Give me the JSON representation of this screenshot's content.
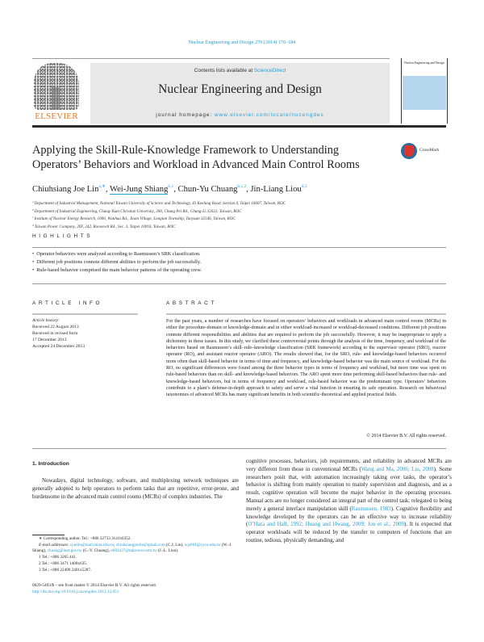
{
  "header": {
    "running_head": "Nuclear Engineering and Design 270 (2014) 176–184",
    "contents_prefix": "Contents lists available at ",
    "contents_link": "ScienceDirect",
    "journal_title": "Nuclear Engineering and Design",
    "homepage_prefix": "journal homepage: ",
    "homepage_url": "www.elsevier.com/locate/nucengdes",
    "publisher_logo_text": "ELSEVIER",
    "cover_title": "Nuclear Engineering and Design"
  },
  "crossmark": {
    "label": "CrossMark"
  },
  "article": {
    "title_line1": "Applying the Skill-Rule-Knowledge Framework to Understanding",
    "title_line2": "Operators’ Behaviors and Workload in Advanced Main Control Rooms",
    "authors": [
      {
        "name": "Chiuhsiang Joe Lin",
        "sup": "a,∗"
      },
      {
        "name": "Wei-Jung Shiang",
        "sup": "b,1"
      },
      {
        "name": "Chun-Yu Chuang",
        "sup": "b,c,2"
      },
      {
        "name": "Jin-Liang Liou",
        "sup": "d,3"
      }
    ],
    "affiliations": [
      {
        "mark": "a",
        "text": "Department of Industrial Management, National Taiwan University of Science and Technology, 43 Keelung Road, Section 4, Taipei 10607, Taiwan, ROC"
      },
      {
        "mark": "b",
        "text": "Department of Industrial Engineering, Chung-Yuan Christian University, 200, Chung Pei Rd., Chung-Li 32023, Taiwan, ROC"
      },
      {
        "mark": "c",
        "text": "Institute of Nuclear Energy Research, 1000, Wunhua Rd., Jiaan Village, Longtan Township, Taoyuan 32546, Taiwan, ROC"
      },
      {
        "mark": "d",
        "text": "Taiwan Power Company, 20F, 242, Roosevelt Rd., Sec. 3, Taipei 10016, Taiwan, ROC"
      }
    ]
  },
  "highlights": {
    "label": "HIGHLIGHTS",
    "items": [
      "Operator behaviors were analyzed according to Rasmussen’s SRK classification.",
      "Different job positions connote different abilities to perform the job successfully.",
      "Rule-based behavior comprised the main behavior patterns of the operating crew."
    ]
  },
  "article_info": {
    "label": "ARTICLE INFO",
    "history_label": "Article history:",
    "history": [
      "Received 22 August 2013",
      "Received in revised form",
      "17 December 2013",
      "Accepted 24 December 2013"
    ]
  },
  "abstract": {
    "label": "ABSTRACT",
    "text": "For the past years, a number of researches have focused on operators’ behaviors and workloads in advanced main control rooms (MCRs) in either the procedure-domain or knowledge-domain and in either workload-increased or workload-decreased conditions. Different job positions connote different responsibilities and abilities that are required to perform the job successfully. However, it may be inappropriate to apply a dichotomy in these issues. In this study, we clarified these controversial points through the analysis of the time, frequency, and workload of the behaviors based on Rasmussen’s skill–rule–knowledge classification (SRK framework) according to the supervisor operator (SRO), reactor operator (RO), and assistant reactor operator (ARO). The results showed that, for the SRO, rule- and knowledge-based behaviors occurred more often than skill-based behavior in terms of time and frequency, and knowledge-based behavior was the main source of workload. For the RO, no significant differences were found among the three behavior types in terms of frequency and workload, but more time was spent on rule-based behaviors than on skill- and knowledge-based behaviors. The ARO spent more time performing skill-based behaviors than rule- and knowledge-based behaviors, but in terms of frequency and workload, rule-based behavior was the predominant type. Operators’ behaviors contribute to a plant’s defense-in-depth approach to safety and serve a vital function in ensuring its safe operation. Research on behavioral taxonomies of advanced MCRs has many significant benefits in both scientific-theoretical and applied practical fields.",
    "copyright": "© 2014 Elsevier B.V. All rights reserved."
  },
  "intro": {
    "heading": "1.  Introduction",
    "left_paragraph": "Nowadays, digital technology, software, and multiplexing network techniques are generally adopted to help operators to perform tasks that are repetitive, error-prone, and burdensome in the advanced main control rooms (MCRs) of complex industries. The",
    "right": {
      "t1": "cognitive processes, behaviors, job requirements, and reliability in advanced MCRs are very different from those in conventional MCRs (",
      "c1": "Wang and Ma, 2006; Liu, 2008",
      "t2": "). Some researchers posit that, with automation increasingly taking over tasks, the operator’s behavior is shifting from mainly operation to mainly supervision and diagnosis, and as a result, cognitive operation will become the major behavior in the operating processes. Manual acts are no longer considered an integral part of the control task, relegated to being merely a general interface manipulation skill (",
      "c2": "Rasmussen, 1983",
      "t3": "). Cognitive flexibility and knowledge developed by the operators can be an effective way to increase reliability (",
      "c3": "O’Hara and Hall, 1992; Huang and Hwang, 2009; Jou et al., 2009",
      "t4": "). It is expected that operator workloads will be reduced by the transfer to computers of functions that are routine, tedious, physically demanding, and"
    }
  },
  "footnotes": {
    "corresponding": "∗  Corresponding author. Tel.: +886 22733 3141x6352.",
    "email_label": "E-mail addresses:",
    "emails": [
      {
        "addr": "cjoelin@mail.ntust.edu.tw",
        "sep": ", "
      },
      {
        "addr": "chiuhsiangjoelin@gmail.com",
        "sep": " (C.J. Lin), "
      },
      {
        "addr": "wjs001@cycu.edu.tw",
        "sep": " (W.-J. Shiang), "
      },
      {
        "addr": "chuang@iner.gov.tw",
        "sep": " (C.-Y. Chuang), "
      },
      {
        "addr": "u683437@taipower.com.tw",
        "sep": " (J.-L. Liou)."
      }
    ],
    "tels": [
      "1  Tel.: +886 3265 441.",
      "2  Tel.: +886 3471 1400x635.",
      "3  Tel.: +886 22490 2401x5287."
    ]
  },
  "issn": {
    "line": "0029-5493/$ – see front matter © 2014 Elsevier B.V. All rights reserved.",
    "doi": "http://dx.doi.org/10.1016/j.nucengdes.2013.12.051"
  }
}
